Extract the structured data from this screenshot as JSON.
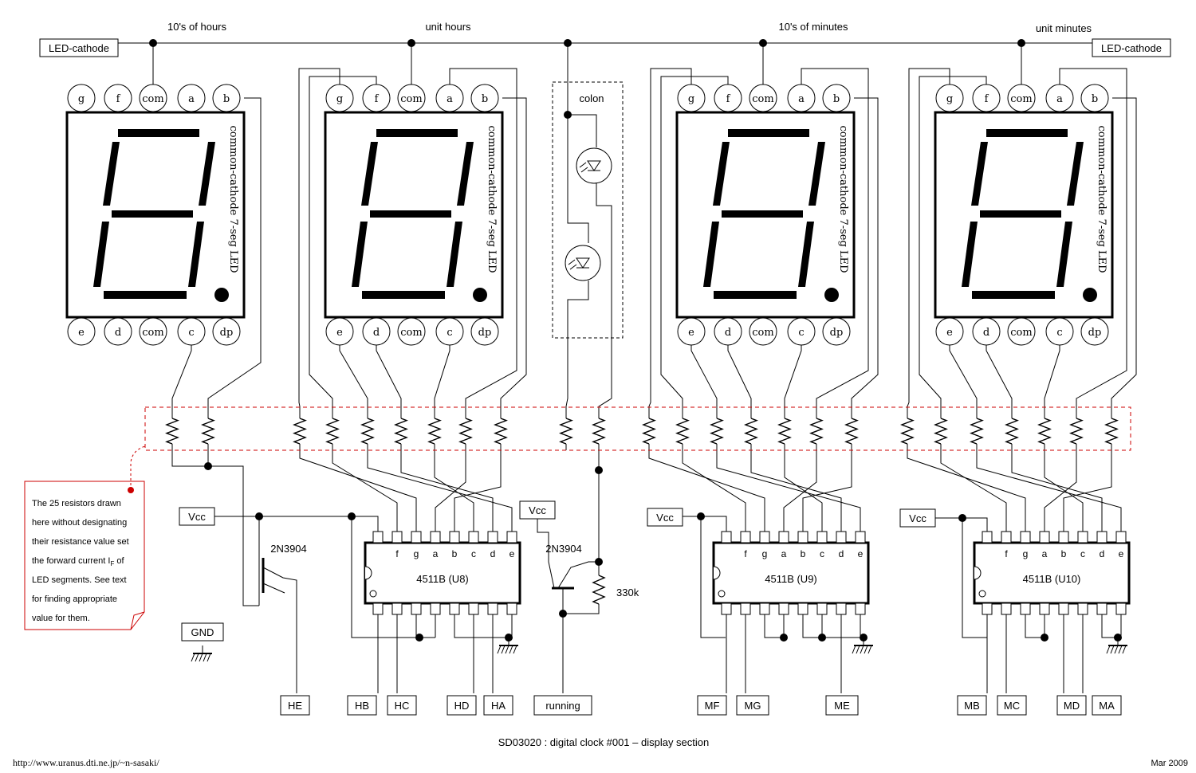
{
  "labels": {
    "tens_hours": "10's of hours",
    "unit_hours": "unit hours",
    "tens_minutes": "10's of minutes",
    "unit_minutes": "unit minutes",
    "led_cathode_left": "LED-cathode",
    "led_cathode_right": "LED-cathode",
    "colon": "colon",
    "led_type": "common-cathode 7-seg LED",
    "transistor": "2N3904",
    "resistor_330k": "330k",
    "gnd": "GND",
    "vcc": "Vcc",
    "title": "SD03020 : digital clock #001 – display section",
    "url": "http://www.uranus.dti.ne.jp/~n-sasaki/",
    "date": "Mar 2009"
  },
  "note": {
    "lines": [
      "The 25 resistors drawn",
      "here without designating",
      "their resistance value set",
      "the forward current I",
      "LED segments. See text",
      "for finding appropriate",
      "value for them."
    ],
    "sub": "F",
    "after_sub": " of"
  },
  "top_pins": [
    "g",
    "f",
    "com",
    "a",
    "b"
  ],
  "bottom_pins": [
    "e",
    "d",
    "com",
    "c",
    "dp"
  ],
  "ic_pins": [
    "f",
    "g",
    "a",
    "b",
    "c",
    "d",
    "e"
  ],
  "ics": [
    "4511B (U8)",
    "4511B (U9)",
    "4511B (U10)"
  ],
  "signals": [
    "HE",
    "HB",
    "HC",
    "HD",
    "HA",
    "running",
    "MF",
    "MG",
    "ME",
    "MB",
    "MC",
    "MD",
    "MA"
  ],
  "colors": {
    "line": "#000000",
    "note_red": "#cc0000"
  }
}
